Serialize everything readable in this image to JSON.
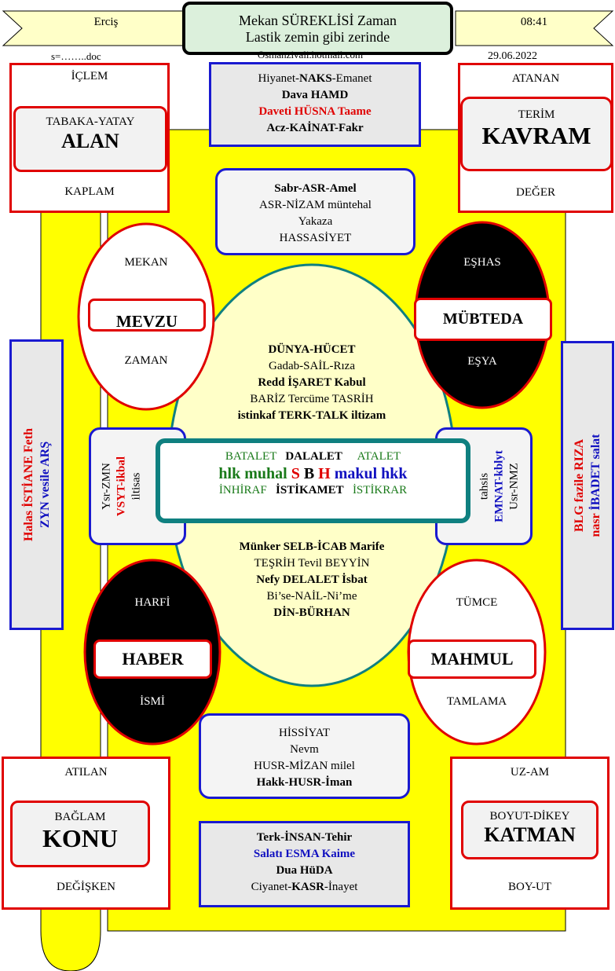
{
  "header": {
    "left_banner": "Erciş",
    "title_line1": "Mekan SÜREKLİSİ Zaman",
    "title_line2": "Lastik zemin  gibi zerinde",
    "right_banner": "08:41",
    "sub_left": "s=……..doc",
    "sub_center": "Osmanzivali.hotmail.com",
    "date": "29.06.2022"
  },
  "corners": {
    "top_left": {
      "top": "İÇLEM",
      "inner_small": "TABAKA-YATAY",
      "inner_big": "ALAN",
      "bottom": "KAPLAM"
    },
    "top_right": {
      "top": "ATANAN",
      "inner_small": "TERİM",
      "inner_big": "KAVRAM",
      "bottom": "DEĞER"
    },
    "bottom_left": {
      "top": "ATILAN",
      "inner_small": "BAĞLAM",
      "inner_big": "KONU",
      "bottom": "DEĞİŞKEN"
    },
    "bottom_right": {
      "top": "UZ-AM",
      "inner_small": "BOYUT-DİKEY",
      "inner_big": "KATMAN",
      "bottom": "BOY-UT"
    }
  },
  "top_box": {
    "l1a": "Hiyanet-",
    "l1b": "NAKS",
    "l1c": "-Emanet",
    "l2": "Dava HAMD",
    "l3": "Daveti HÜSNA Taame",
    "l4": "Acz-KAİNAT-Fakr"
  },
  "asr_box": {
    "l1": "Sabr-ASR-Amel",
    "l2": "ASR-NİZAM müntehal",
    "l3": "Yakaza",
    "l4": "HASSASİYET"
  },
  "ovals": {
    "mevzu": {
      "top": "MEKAN",
      "label": "MEVZU",
      "bottom": "ZAMAN"
    },
    "mubteda": {
      "top": "EŞHAS",
      "label": "MÜBTEDA",
      "bottom": "EŞYA"
    },
    "haber": {
      "top": "HARFİ",
      "label": "HABER",
      "bottom": "İSMİ"
    },
    "mahmul": {
      "top": "TÜMCE",
      "label": "MAHMUL",
      "bottom": "TAMLAMA"
    }
  },
  "center_top": {
    "l1": "DÜNYA-HÜCET",
    "l2": "Gadab-SAİL-Rıza",
    "l3": "Redd İŞARET Kabul",
    "l4": "BARİZ Tercüme TASRİH",
    "l5": "istinkaf TERK-TALK iltizam"
  },
  "center_box": {
    "r1a": "BATALET",
    "r1b": "DALALET",
    "r1c": "ATALET",
    "r2a": "hlk muhal",
    "r2b": "S",
    "r2c": "B",
    "r2d": "H",
    "r2e": "makul hkk",
    "r3a": "İNHİRAF",
    "r3b": "İSTİKAMET",
    "r3c": "İSTİKRAR"
  },
  "center_bottom": {
    "l1": "Münker SELB-İCAB Marife",
    "l2": "TEŞRİH Tevil BEYYİN",
    "l3": "Nefy DELALET İsbat",
    "l4": "Bi’se-NAİL-Ni’me",
    "l5": "DİN-BÜRHAN"
  },
  "side_left": {
    "l1": "Halas İSTİANE Feth",
    "l2": "ZYN vesile ARŞ"
  },
  "side_right": {
    "l1": "BLG  fazile RIZA",
    "l2a": "nasr ",
    "l2b": "İBADET",
    "l2c": " salat"
  },
  "mid_left": {
    "l1": "Ysr-ZMN",
    "l2": "VSYT-ikbal",
    "l3": "iltisas"
  },
  "mid_right": {
    "l1": "tahsis",
    "l2": "EMNAT-kblyt",
    "l3": "Usr-NMZ"
  },
  "hissiyat_box": {
    "l1": "HİSSİYAT",
    "l2": "Nevm",
    "l3": "HUSR-MİZAN milel",
    "l4": "Hakk-HUSR-İman"
  },
  "bottom_box": {
    "l1": "Terk-İNSAN-Tehir",
    "l2": "Salatı ESMA Kaime",
    "l3": "Dua HüDA",
    "l4a": "Ciyanet-",
    "l4b": "KASR",
    "l4c": "-İnayet"
  },
  "colors": {
    "yellow": "#ffff00",
    "red_border": "#e00000",
    "blue_border": "#1a1ad0",
    "teal_border": "#0f8080",
    "ellipse_fill": "#ffffc8",
    "box_gray": "#e8e8e8"
  }
}
